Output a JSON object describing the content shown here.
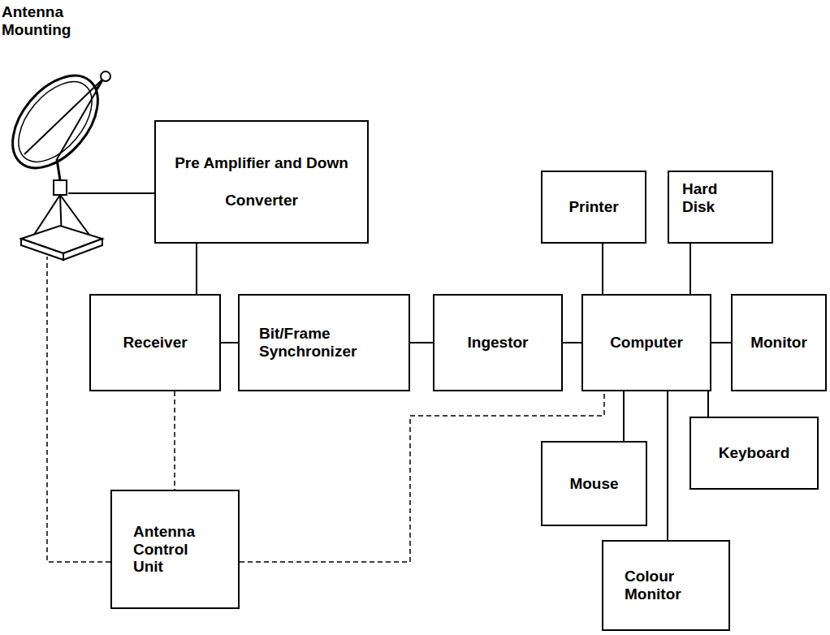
{
  "diagram": {
    "nodes": [
      {
        "text": [
          "Antenna Mounting"
        ]
      },
      {
        "text": [
          "Pre Amplifier and Down Converter"
        ]
      },
      {
        "text": [
          "Printer"
        ]
      },
      {
        "text": [
          "Hard Disk"
        ]
      },
      {
        "text": [
          "Receiver"
        ]
      },
      {
        "text": [
          "Bit/Frame Synchronizer"
        ]
      },
      {
        "text": [
          "Ingestor"
        ]
      },
      {
        "text": [
          "Computer"
        ]
      },
      {
        "text": [
          "Monitor"
        ]
      },
      {
        "text": [
          "Mouse"
        ]
      },
      {
        "text": [
          "Keyboard"
        ]
      },
      {
        "text": [
          "Antenna Control Unit"
        ]
      },
      {
        "text": [
          "Colour Monitor"
        ]
      }
    ],
    "edges": [
      {
        "from": 0,
        "to": 1,
        "arrow": "none"
      },
      {
        "from": 1,
        "to": 4,
        "arrow": "none"
      },
      {
        "from": 4,
        "to": 5,
        "arrow": "none"
      },
      {
        "from": 5,
        "to": 6,
        "arrow": "none"
      },
      {
        "from": 6,
        "to": 7,
        "arrow": "none"
      },
      {
        "from": 7,
        "to": 8,
        "arrow": "none"
      },
      {
        "from": 2,
        "to": 7,
        "arrow": "none"
      },
      {
        "from": 3,
        "to": 7,
        "arrow": "none"
      },
      {
        "from": 7,
        "to": 9,
        "arrow": "none"
      },
      {
        "from": 7,
        "to": 10,
        "arrow": "none"
      },
      {
        "from": 7,
        "to": 12,
        "arrow": "none"
      },
      {
        "from": 4,
        "to": 11,
        "arrow": "none"
      },
      {
        "from": 11,
        "to": 0,
        "arrow": "none"
      },
      {
        "from": 11,
        "to": 7,
        "arrow": "none"
      }
    ]
  }
}
